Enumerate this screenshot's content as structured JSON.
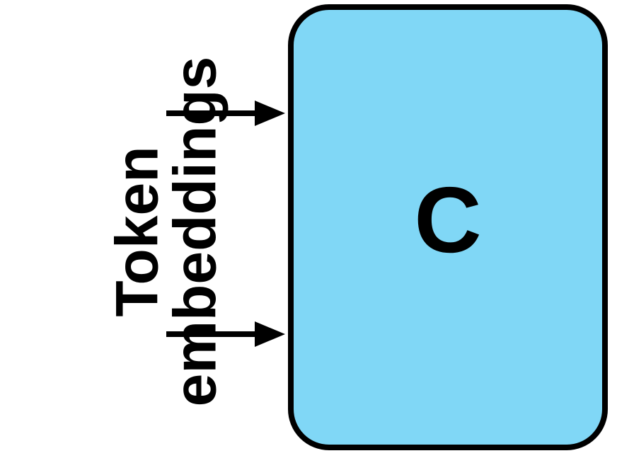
{
  "diagram": {
    "input_label": {
      "line1": "Token",
      "line2": "embeddings"
    },
    "module": {
      "label": "C",
      "fill_color": "#80d7f6",
      "border_color": "#000000"
    },
    "arrows": [
      {
        "direction": "right"
      },
      {
        "direction": "right"
      }
    ]
  }
}
